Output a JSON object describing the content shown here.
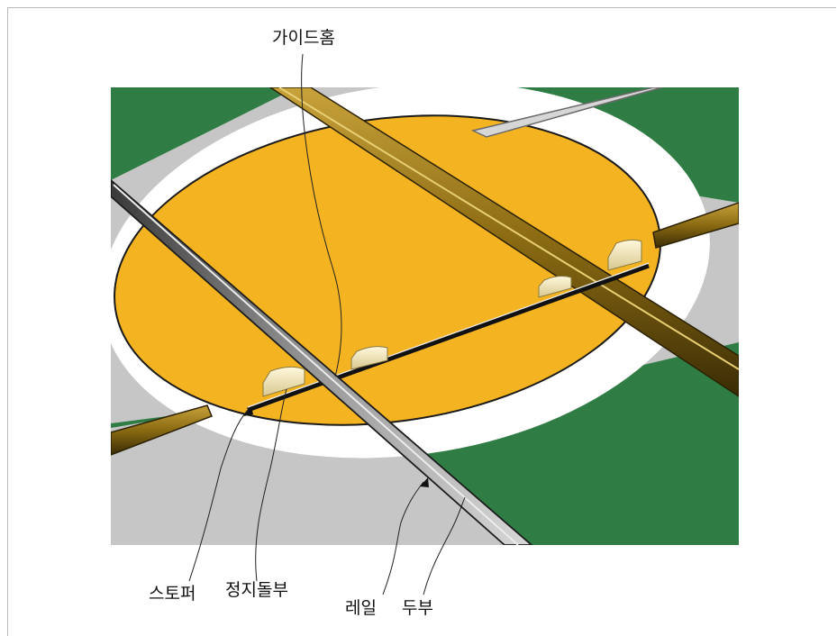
{
  "labels": {
    "guide_groove": "가이드홈",
    "stopper": "스토퍼",
    "stop_protrusion": "정지돌부",
    "rail": "레일",
    "head": "두부"
  },
  "colors": {
    "green": "#2f7d44",
    "gray": "#c6c6c6",
    "white_ring": "#ffffff",
    "yellow_disc": "#f4b422",
    "rail_gold": "#8a6a12",
    "rail_gray": "#8c8c8c"
  }
}
